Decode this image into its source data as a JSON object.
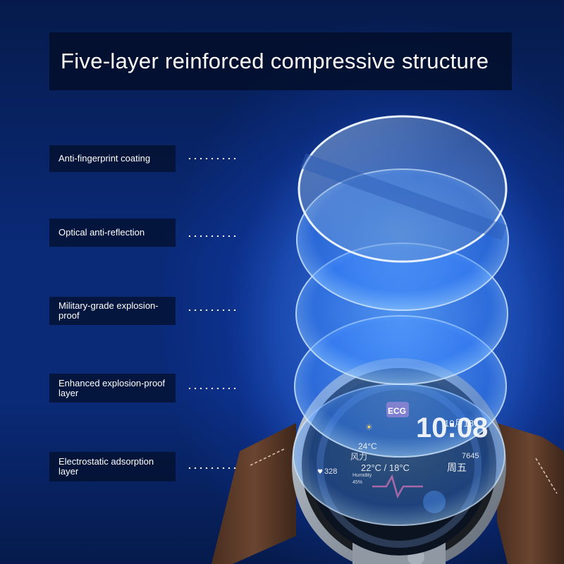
{
  "title": "Five-layer reinforced compressive structure",
  "layers": [
    {
      "label": "Anti-fingerprint coating"
    },
    {
      "label": "Optical anti-reflection"
    },
    {
      "label": "Military-grade explosion-proof"
    },
    {
      "label": "Enhanced explosion-proof layer"
    },
    {
      "label": "Electrostatic adsorption layer"
    }
  ],
  "watch_face": {
    "badge": "ECG",
    "time": "10:08",
    "date": "10月18",
    "weekday": "周五",
    "steps": "7645",
    "temperature": "24°C",
    "temp_range": "22°C / 18°C",
    "wind": "风力",
    "humidity_label": "Humidity",
    "humidity_value": "45%",
    "heart_rate": "328"
  },
  "colors": {
    "accent_blue": "#3a8cff",
    "strap_brown": "#5a3a2a",
    "steel": "#9aa3ad"
  }
}
